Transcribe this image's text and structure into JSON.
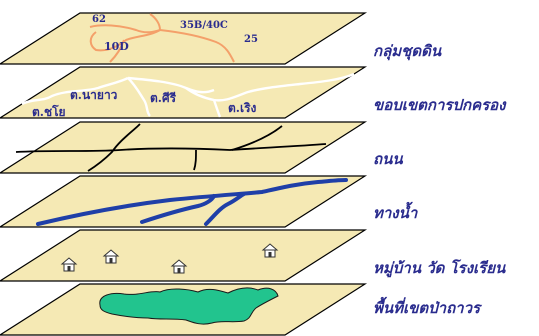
{
  "layers": [
    {
      "label": "กลุ่มชุดดิน",
      "color": "#f5e9b4"
    },
    {
      "label": "ขอบเขตการปกครอง",
      "color": "#f5e9b4"
    },
    {
      "label": "ถนน",
      "color": "#f5e9b4"
    },
    {
      "label": "ทางน้ำ",
      "color": "#f5e9b4"
    },
    {
      "label": "หมู่บ้าน วัด โรงเรียน",
      "color": "#f5e9b4"
    },
    {
      "label": "พื้นที่เขตป่าถาวร",
      "color": "#f5e9b4"
    }
  ],
  "soil_layer": {
    "unit_labels": [
      "62",
      "35B/40C",
      "10D",
      "25"
    ],
    "boundary_color": "#f4a06a"
  },
  "admin_layer": {
    "district_labels": [
      "ต.นายาว",
      "ต.ศีรี",
      "ต.ชโย",
      "ต.เริง"
    ],
    "boundary_color": "#ffffff"
  },
  "road_layer": {
    "road_color": "#000000"
  },
  "water_layer": {
    "river_color": "#1f3fa8"
  },
  "village_layer": {
    "icon": "house-icon",
    "count": 4
  },
  "forest_layer": {
    "fill_color": "#22c48e"
  },
  "colors": {
    "label_text": "#2a2c8e",
    "layer_edge": "#000000"
  }
}
